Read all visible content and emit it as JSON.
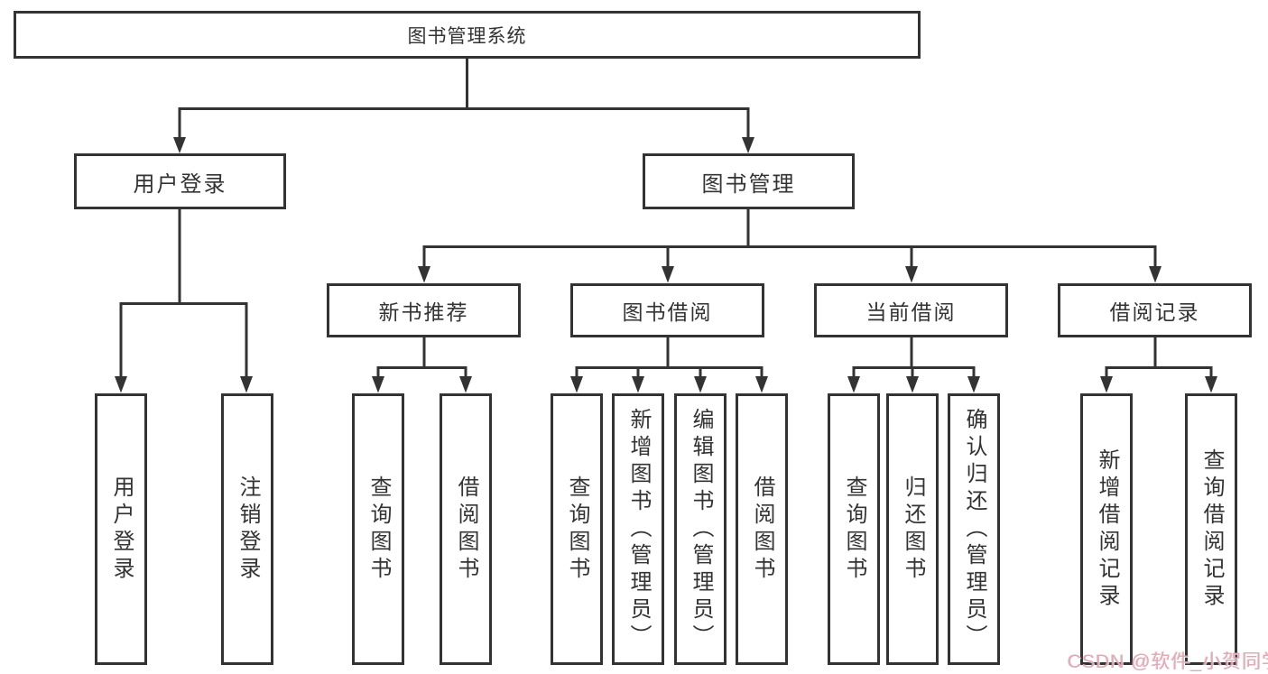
{
  "colors": {
    "line": "#333333",
    "box_border": "#333333",
    "background": "#ffffff",
    "watermark_pink": "#dda8b2"
  },
  "root": {
    "label": "图书管理系统"
  },
  "branches": [
    {
      "label": "用户登录",
      "children": [
        {
          "label": "用户登录"
        },
        {
          "label": "注销登录"
        }
      ]
    },
    {
      "label": "图书管理",
      "children": [
        {
          "label": "新书推荐",
          "children": [
            {
              "label": "查询图书"
            },
            {
              "label": "借阅图书"
            }
          ]
        },
        {
          "label": "图书借阅",
          "children": [
            {
              "label": "查询图书"
            },
            {
              "label": "新增图书（管理员）"
            },
            {
              "label": "编辑图书（管理员）"
            },
            {
              "label": "借阅图书"
            }
          ]
        },
        {
          "label": "当前借阅",
          "children": [
            {
              "label": "查询图书"
            },
            {
              "label": "归还图书"
            },
            {
              "label": "确认归还（管理员）"
            }
          ]
        },
        {
          "label": "借阅记录",
          "children": [
            {
              "label": "新增借阅记录"
            },
            {
              "label": "查询借阅记录"
            }
          ]
        }
      ]
    }
  ],
  "watermark": {
    "text": "CSDN @软件_小贺同学"
  }
}
